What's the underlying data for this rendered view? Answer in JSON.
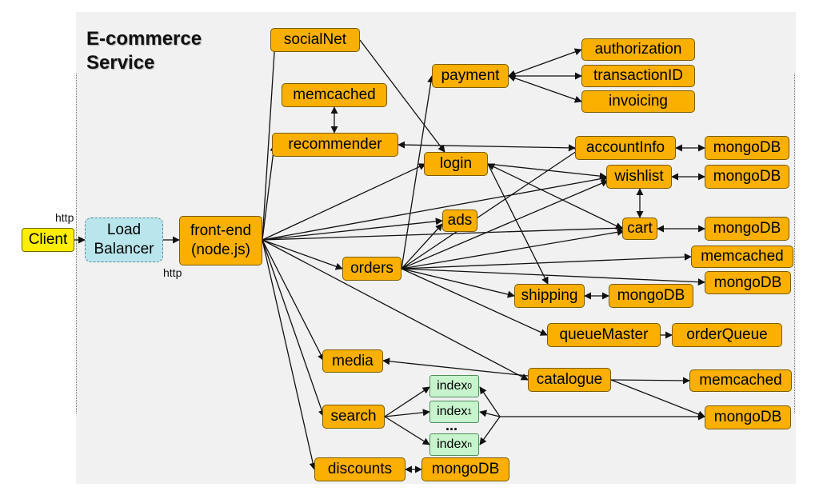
{
  "title": [
    "E-commerce",
    "Service"
  ],
  "labels": {
    "http_in": "http",
    "http_out": "http",
    "ellipsis": "..."
  },
  "nodes": {
    "client": "Client",
    "load_balancer": [
      "Load",
      "Balancer"
    ],
    "front_end": [
      "front-end",
      "(node.js)"
    ],
    "socialnet": "socialNet",
    "memcached_top": "memcached",
    "recommender": "recommender",
    "payment": "payment",
    "authorization": "authorization",
    "transactionid": "transactionID",
    "invoicing": "invoicing",
    "accountinfo": "accountInfo",
    "mongodb_account": "mongoDB",
    "login": "login",
    "wishlist": "wishlist",
    "mongodb_wishlist": "mongoDB",
    "ads": "ads",
    "cart": "cart",
    "mongodb_cart": "mongoDB",
    "orders": "orders",
    "memcached_orders": "memcached",
    "mongodb_orders": "mongoDB",
    "shipping": "shipping",
    "mongodb_shipping": "mongoDB",
    "queuemaster": "queueMaster",
    "orderqueue": "orderQueue",
    "media": "media",
    "catalogue": "catalogue",
    "memcached_catalogue": "memcached",
    "search": "search",
    "index_0": {
      "text": "index",
      "sub": "0"
    },
    "index_1": {
      "text": "index",
      "sub": "1"
    },
    "index_n": {
      "text": "index",
      "sub": "n"
    },
    "mongodb_catalogue": "mongoDB",
    "discounts": "discounts",
    "mongodb_discounts": "mongoDB"
  }
}
